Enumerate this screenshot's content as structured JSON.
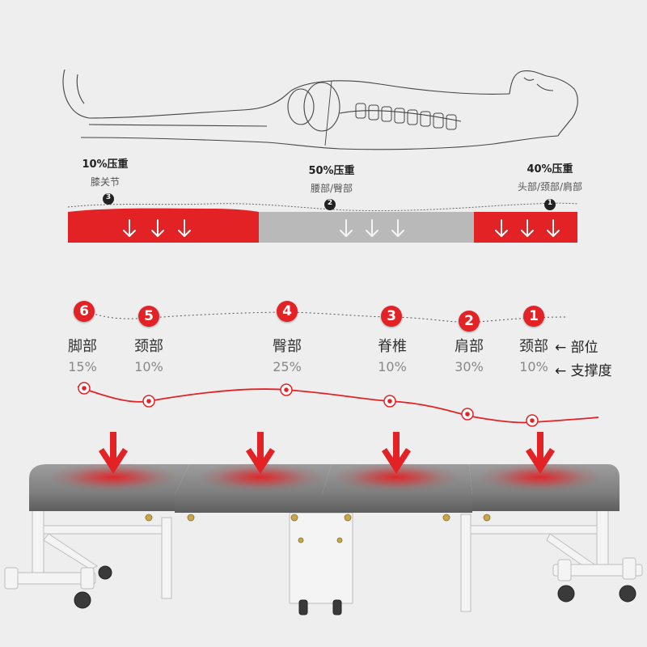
{
  "top_section": {
    "zones": [
      {
        "pct": "10%压重",
        "parts": "膝关节",
        "num": "3",
        "color": "#e32226"
      },
      {
        "pct": "50%压重",
        "parts": "腰部/臀部",
        "num": "2",
        "color": "#b9b9b9"
      },
      {
        "pct": "40%压重",
        "parts": "头部/颈部/肩部",
        "num": "1",
        "color": "#e32226"
      }
    ]
  },
  "support_points": [
    {
      "num": "6",
      "part": "脚部",
      "pct": "15%"
    },
    {
      "num": "5",
      "part": "颈部",
      "pct": "10%"
    },
    {
      "num": "4",
      "part": "臀部",
      "pct": "25%"
    },
    {
      "num": "3",
      "part": "脊椎",
      "pct": "10%"
    },
    {
      "num": "2",
      "part": "肩部",
      "pct": "30%"
    },
    {
      "num": "1",
      "part": "颈部",
      "pct": "10%"
    }
  ],
  "legend": {
    "part_label": "部位",
    "support_label": "支撑度",
    "arrow": "←"
  },
  "colors": {
    "accent": "#e32226",
    "cushion": "#8f8f8f",
    "frame": "#f5f5f5",
    "background": "#eeeeee"
  }
}
